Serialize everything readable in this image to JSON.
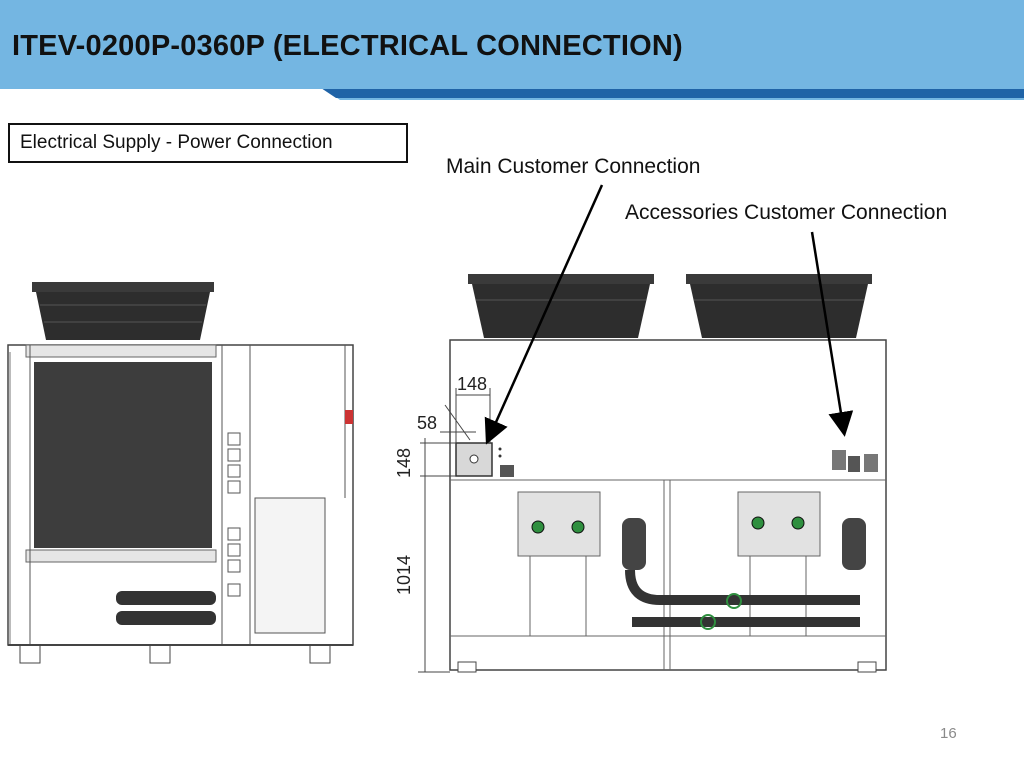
{
  "slide": {
    "title": "ITEV-0200P-0360P (ELECTRICAL CONNECTION)",
    "section_label": "Electrical Supply - Power Connection",
    "callouts": {
      "main": "Main Customer Connection",
      "accessories": "Accessories Customer Connection"
    },
    "dimensions": {
      "width_148": "148",
      "offset_58": "58",
      "height_148": "148",
      "height_1014": "1014"
    },
    "page_number": "16"
  },
  "colors": {
    "header": "#74b6e2",
    "header_band": "#1f63a7",
    "fan": "#2d2d2d",
    "panel": "#3a3a3a",
    "arrow": "#000000"
  },
  "icons": [
    "fan-icon",
    "arrow-icon",
    "terminal-box-icon"
  ]
}
